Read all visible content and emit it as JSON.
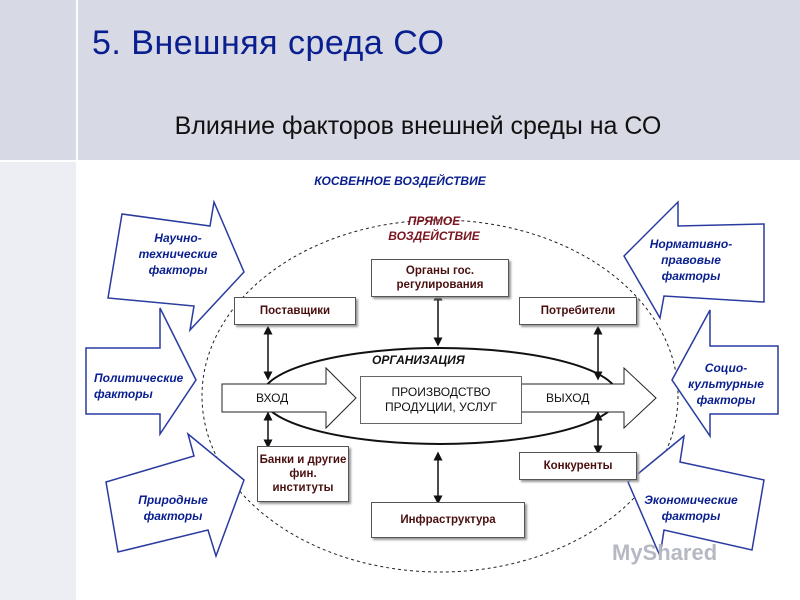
{
  "slide": {
    "title": "5. Внешняя среда СО",
    "subtitle": "Влияние факторов внешней среды на СО"
  },
  "diagram": {
    "indirect_label": "КОСВЕННОЕ ВОЗДЕЙСТВИЕ",
    "direct_label": "ПРЯМОЕ ВОЗДЕЙСТВИЕ",
    "organization_label": "ОРГАНИЗАЦИЯ",
    "production_label": "ПРОИЗВОДСТВО ПРОДУЦИИ, УСЛУГ",
    "input_label": "ВХОД",
    "output_label": "ВЫХОД",
    "direct_factors": {
      "regulators": "Органы гос. регулирования",
      "suppliers": "Поставщики",
      "consumers": "Потребители",
      "banks": "Банки и другие фин. институты",
      "competitors": "Конкуренты",
      "infrastructure": "Инфраструктура"
    },
    "indirect_factors": {
      "scientific": "Научно-технические факторы",
      "political": "Политические факторы",
      "natural": "Природные факторы",
      "legal": "Нормативно-правовые факторы",
      "sociocultural": "Социо-культурные факторы",
      "economic": "Экономические факторы"
    }
  },
  "watermark": "MyShared"
}
